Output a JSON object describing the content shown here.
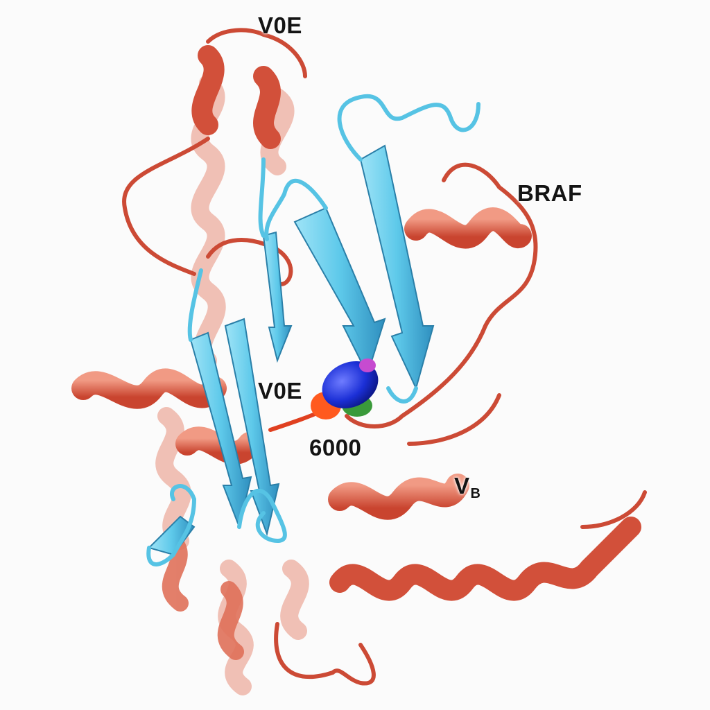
{
  "figure": {
    "labels": {
      "top_residue": "V0E",
      "protein": "BRAF",
      "ligand_residue": "V0E",
      "ligand_number": "6000",
      "v_main": "V",
      "v_sub": "B"
    },
    "colors": {
      "background": "#fbfbfb",
      "helix_coral": "#e0715a",
      "helix_dark": "#c9442f",
      "strand_cyan": "#5ec9ea",
      "ligand_blue": "#1b2fd6",
      "ligand_magenta": "#c64bd0",
      "ligand_orange": "#ff5a1f",
      "ligand_green": "#3a9a3a"
    }
  }
}
